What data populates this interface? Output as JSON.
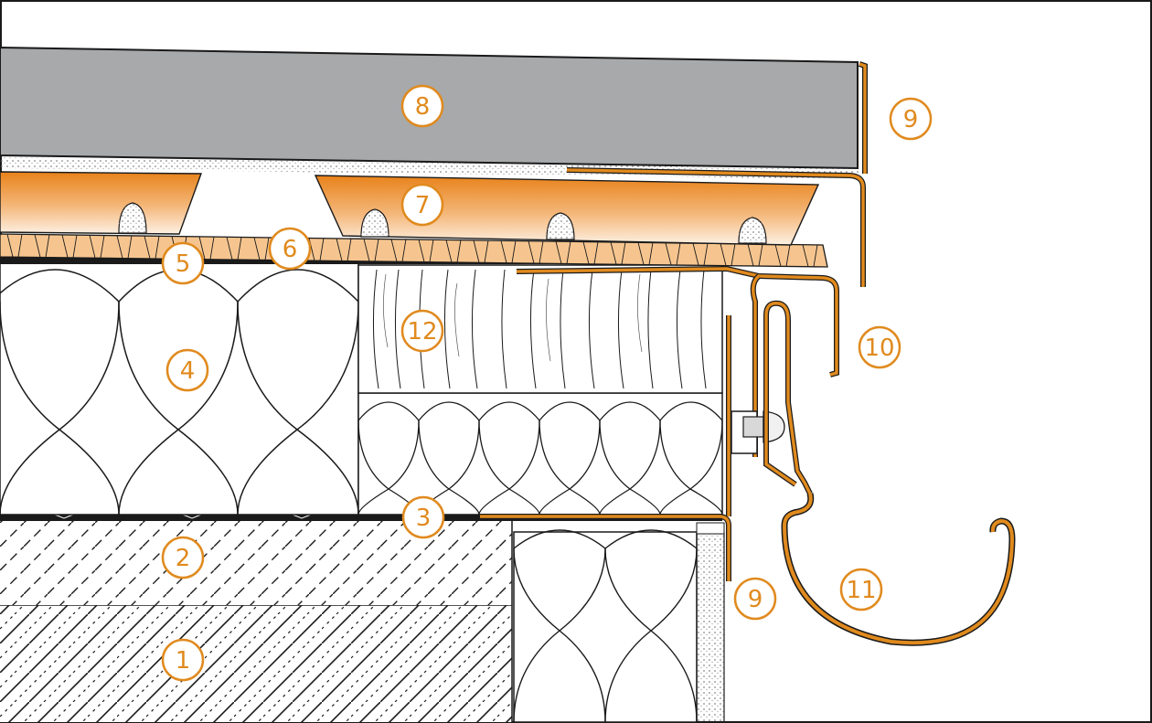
{
  "diagram": {
    "colors": {
      "accent": "#E08A1E",
      "concrete": "#ffffff",
      "slab_gray": "#A7A9AB",
      "outline": "#1a1a1a",
      "mortar": "#e6e6e6"
    },
    "callouts": [
      {
        "id": "c1",
        "label": "1"
      },
      {
        "id": "c2",
        "label": "2"
      },
      {
        "id": "c3",
        "label": "3"
      },
      {
        "id": "c4",
        "label": "4"
      },
      {
        "id": "c5",
        "label": "5"
      },
      {
        "id": "c6",
        "label": "6"
      },
      {
        "id": "c7",
        "label": "7"
      },
      {
        "id": "c8",
        "label": "8"
      },
      {
        "id": "c9a",
        "label": "9"
      },
      {
        "id": "c9b",
        "label": "9"
      },
      {
        "id": "c10",
        "label": "10"
      },
      {
        "id": "c11",
        "label": "11"
      },
      {
        "id": "c12",
        "label": "12"
      }
    ]
  }
}
